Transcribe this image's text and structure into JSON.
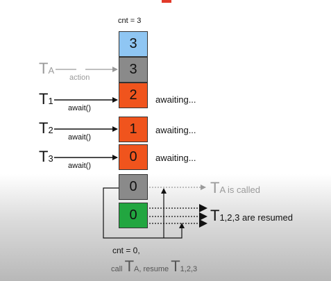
{
  "top_counter": "cnt = 3",
  "colors": {
    "blue": "#8fc6f3",
    "gray": "#8a8a8a",
    "orange": "#f0541d",
    "green": "#22a640",
    "accent_red": "#e23a2a"
  },
  "stack": [
    {
      "value": "3",
      "color": "blue"
    },
    {
      "value": "3",
      "color": "gray"
    },
    {
      "value": "2",
      "color": "orange"
    },
    {
      "value": "1",
      "color": "orange"
    },
    {
      "value": "0",
      "color": "orange"
    },
    {
      "value": "0",
      "color": "gray"
    },
    {
      "value": "0",
      "color": "green"
    }
  ],
  "threads": {
    "ta": {
      "letter": "T",
      "sub": "A",
      "edge": "action"
    },
    "t1": {
      "letter": "T",
      "sub": "1",
      "edge": "await()",
      "status": "awaiting..."
    },
    "t2": {
      "letter": "T",
      "sub": "2",
      "edge": "await()",
      "status": "awaiting..."
    },
    "t3": {
      "letter": "T",
      "sub": "3",
      "edge": "await()",
      "status": "awaiting..."
    }
  },
  "outputs": {
    "ta_called": {
      "letter": "T",
      "sub": "A",
      "rest": " is called"
    },
    "resumed": {
      "letter": "T",
      "sub": "1,2,3",
      "rest": " are resumed"
    }
  },
  "bottom": {
    "line1": "cnt = 0,",
    "call": "call ",
    "ta_letter": "T",
    "ta_sub": "A",
    "resume": ", resume ",
    "t_letter": "T",
    "t_sub": "1,2,3"
  }
}
